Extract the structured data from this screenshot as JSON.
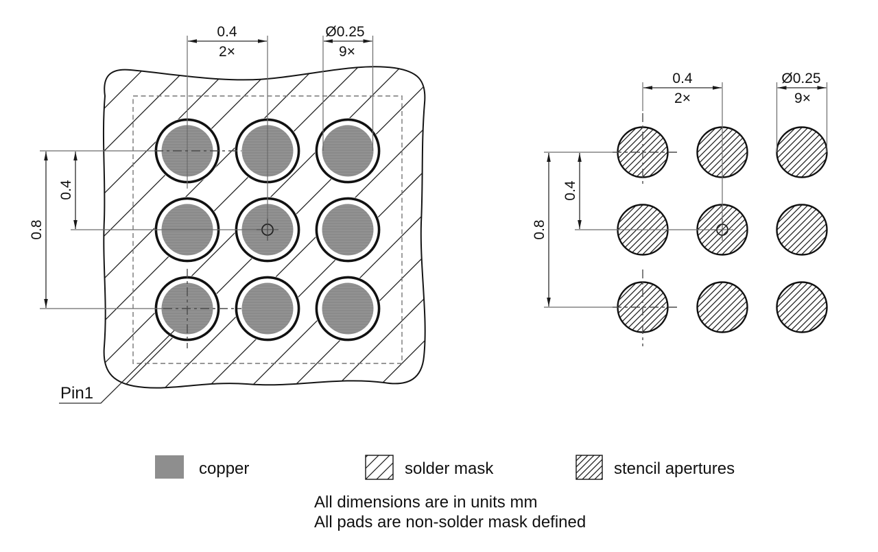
{
  "drawing": {
    "land_pattern": {
      "pitch_x": "0.4",
      "pitch_x_count": "2×",
      "pad_diameter": "Ø0.25",
      "pad_count": "9×",
      "pitch_y": "0.4",
      "span_y": "0.8",
      "pin1_label": "Pin1"
    },
    "stencil": {
      "pitch_x": "0.4",
      "pitch_x_count": "2×",
      "aperture_diameter": "Ø0.25",
      "aperture_count": "9×",
      "pitch_y": "0.4",
      "span_y": "0.8"
    }
  },
  "legend": {
    "copper": "copper",
    "solder_mask": "solder mask",
    "stencil_apertures": "stencil apertures"
  },
  "notes": {
    "line1": "All dimensions are in units mm",
    "line2": "All pads are non-solder mask defined"
  },
  "colors": {
    "copper": "#8e8e8e",
    "line": "#1a1a1a"
  }
}
